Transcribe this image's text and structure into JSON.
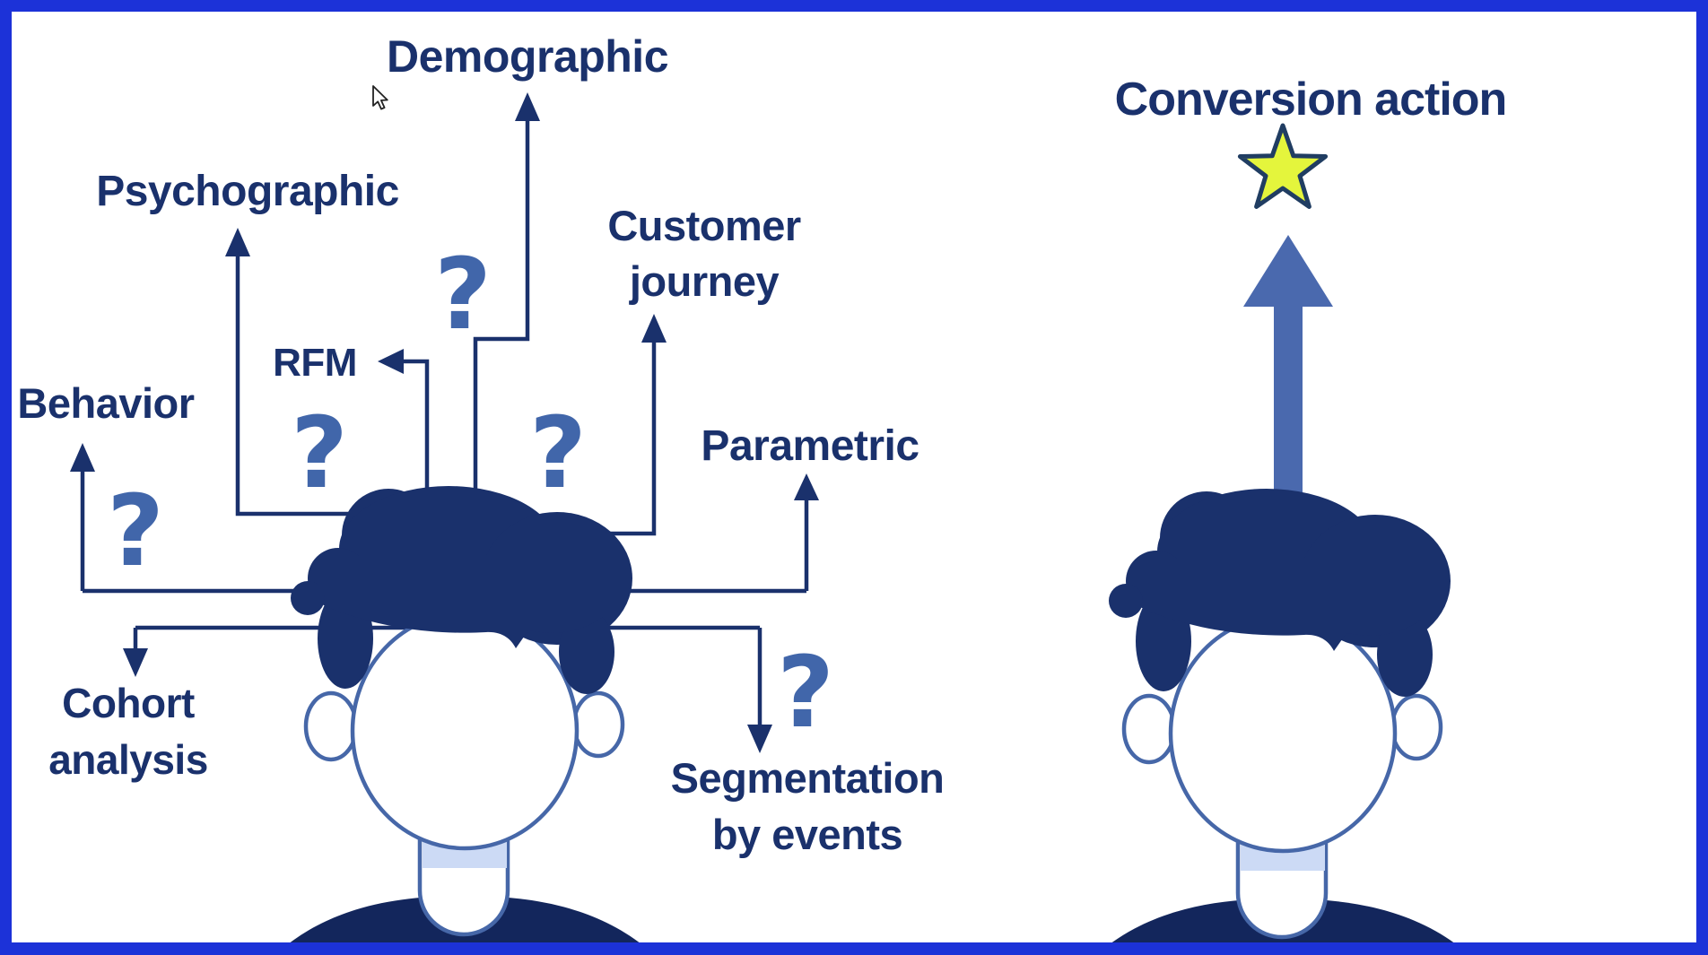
{
  "colors": {
    "border_blue": "#1c32d8",
    "navy": "#1a316c",
    "accent_blue": "#4166aa",
    "arrow_blue": "#4a69ae",
    "outline_blue": "#4667a8",
    "shoulder_navy": "#13265c",
    "neck_band_blue": "#ccdaf5",
    "star_yellow": "#e4f53c",
    "star_outline": "#203d62",
    "background": "#ffffff"
  },
  "segmentation_diagram": {
    "person_icon": "man-head",
    "question_mark": "?",
    "labels": {
      "demographic": "Demographic",
      "psychographic": "Psychographic",
      "customer_journey": {
        "line1": "Customer",
        "line2": "journey"
      },
      "rfm": "RFM",
      "behavior": "Behavior",
      "parametric": "Parametric",
      "cohort_analysis": {
        "line1": "Cohort",
        "line2": "analysis"
      },
      "segmentation_by_events": {
        "line1": "Segmentation",
        "line2": "by events"
      }
    }
  },
  "conversion_diagram": {
    "title": "Conversion action",
    "star_icon": "star",
    "arrow_icon": "up-arrow",
    "person_icon": "man-head"
  },
  "cursor": {
    "icon": "mouse-pointer"
  }
}
